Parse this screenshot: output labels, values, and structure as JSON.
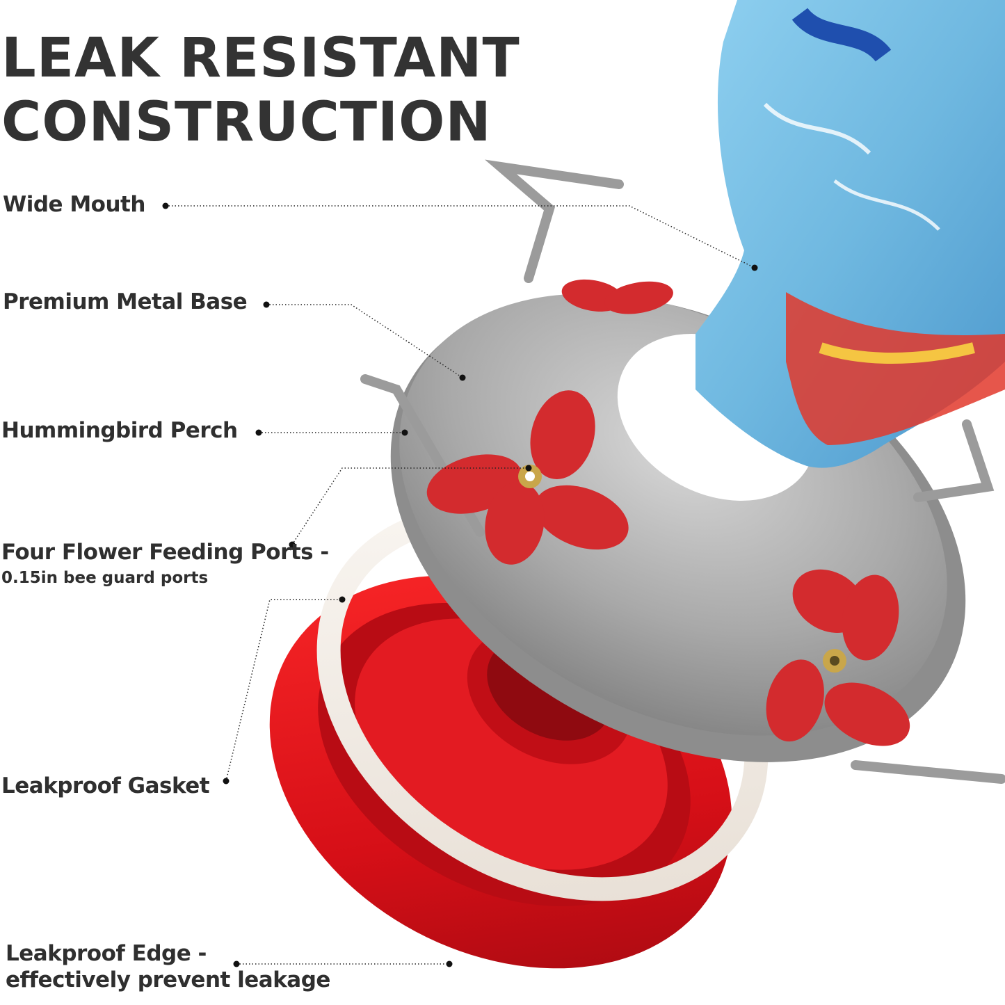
{
  "title": {
    "line1": "LEAK RESISTANT",
    "line2": "CONSTRUCTION"
  },
  "callouts": {
    "wide_mouth": "Wide Mouth",
    "metal_base": "Premium Metal Base",
    "perch": "Hummingbird Perch",
    "ports": "Four Flower Feeding Ports -",
    "ports_sub": "0.15in bee guard ports",
    "gasket": "Leakproof Gasket",
    "edge": "Leakproof Edge -",
    "edge_sub": "effectively prevent leakage"
  },
  "colors": {
    "text": "#333333",
    "red": "#d8121b",
    "metal": "#a8a8a8",
    "glass_blue": "#7cc3e6",
    "gasket": "#f2ece6"
  }
}
